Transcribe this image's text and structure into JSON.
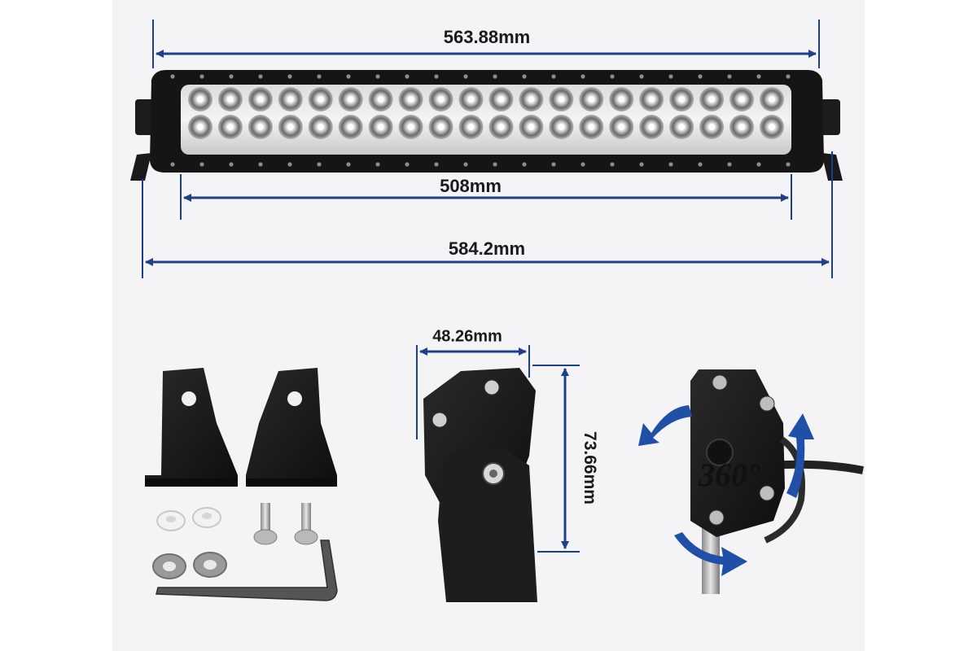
{
  "dimensions": {
    "overall_length": "563.88mm",
    "lens_width": "508mm",
    "bracket_span": "584.2mm",
    "side_depth": "48.26mm",
    "side_height": "73.66mm"
  },
  "rotation_label": "360°",
  "colors": {
    "dimension_line": "#1e3f8a",
    "rotation_arrow": "#1f4fa6",
    "housing": "#1b1b1b",
    "background_panel": "#f4f4f6"
  },
  "parts": [
    "light-bar",
    "mounting-bracket-left",
    "mounting-bracket-right",
    "rubber-washer",
    "flat-washer",
    "hex-bolt",
    "allen-key",
    "side-view-bracket",
    "rotating-mount"
  ]
}
